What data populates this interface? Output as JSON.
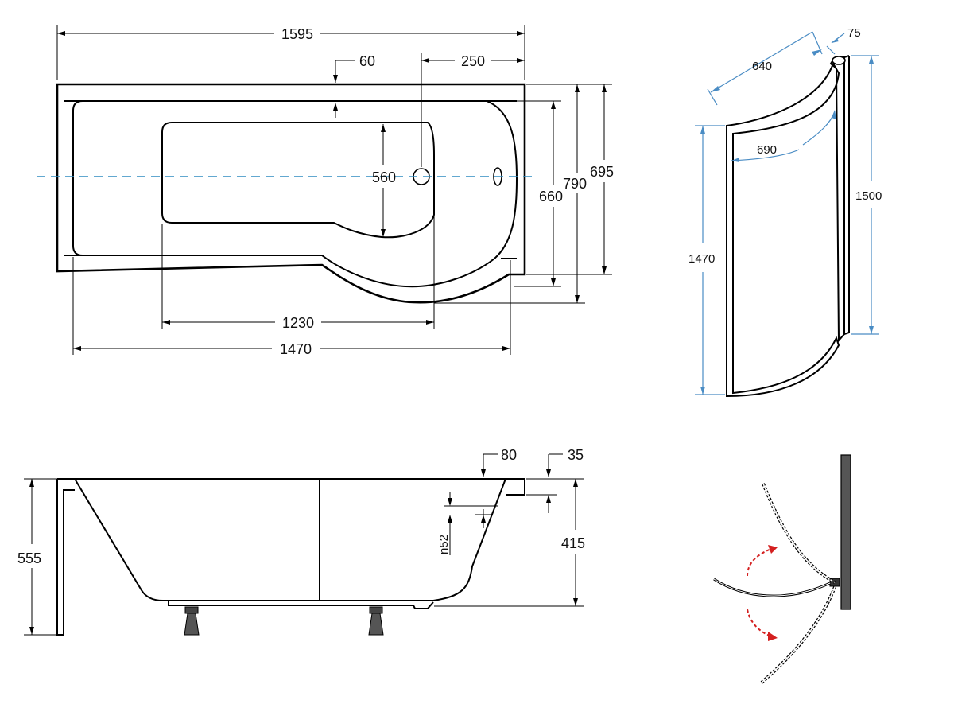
{
  "drawing": {
    "plan": {
      "overall_length": "1595",
      "rim_left_offset": "60",
      "drain_offset": "250",
      "basin_width": "560",
      "inner_width": "660",
      "max_width": "790",
      "end_width": "695",
      "basin_length": "1230",
      "inner_length": "1470"
    },
    "side_view": {
      "total_height": "555",
      "rim_height": "80",
      "rim_thickness": "35",
      "overflow_label": "n52",
      "basin_depth": "415"
    },
    "screen": {
      "panel_depth": "640",
      "profile_width": "75",
      "arc_length": "690",
      "panel_height": "1470",
      "profile_height": "1500"
    },
    "swing_diagram": {
      "arrow_color": "#d42020"
    }
  }
}
